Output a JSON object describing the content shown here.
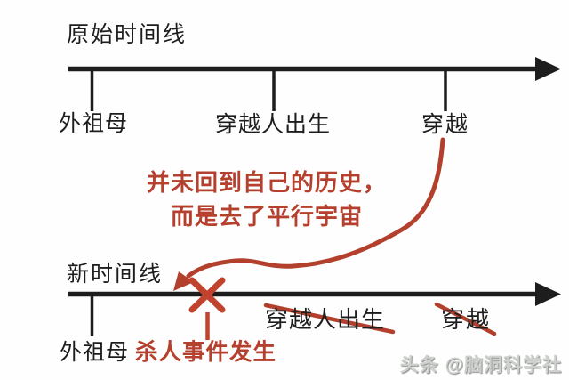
{
  "colors": {
    "background": "#fefefe",
    "ink": "#1d1d1d",
    "red": "#b2402c",
    "red_bright": "#c1432e",
    "watermark_gray": "#878b87"
  },
  "diagram": {
    "original_timeline": {
      "title": "原始时间线",
      "events": [
        {
          "label": "外祖母"
        },
        {
          "label": "穿越人出生"
        },
        {
          "label": "穿越"
        }
      ]
    },
    "annotation": {
      "line1": "并未回到自己的历史，",
      "line2": "而是去了平行宇宙"
    },
    "new_timeline": {
      "title": "新时间线",
      "events": [
        {
          "label": "外祖母"
        },
        {
          "label": "杀人事件发生"
        },
        {
          "label": "穿越人出生",
          "struck": true
        },
        {
          "label": "穿越",
          "struck": true
        }
      ]
    },
    "watermark": "头条 @脑洞科学社"
  }
}
